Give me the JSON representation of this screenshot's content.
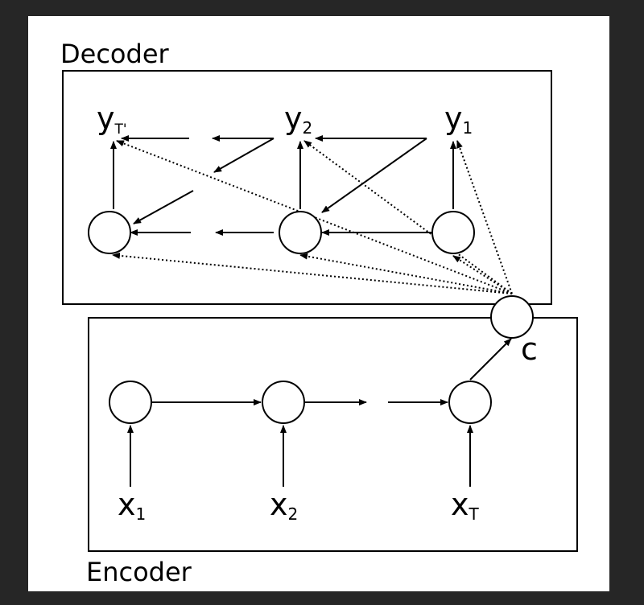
{
  "colors": {
    "page_background": "#262626",
    "canvas_background": "#ffffff",
    "ink": "#000000"
  },
  "decoder": {
    "title": "Decoder",
    "outputs": [
      {
        "base": "y",
        "sub": "T'"
      },
      {
        "base": "y",
        "sub": "2"
      },
      {
        "base": "y",
        "sub": "1"
      }
    ]
  },
  "encoder": {
    "title": "Encoder",
    "inputs": [
      {
        "base": "x",
        "sub": "1"
      },
      {
        "base": "x",
        "sub": "2"
      },
      {
        "base": "x",
        "sub": "T"
      }
    ]
  },
  "context": {
    "label": "c"
  }
}
